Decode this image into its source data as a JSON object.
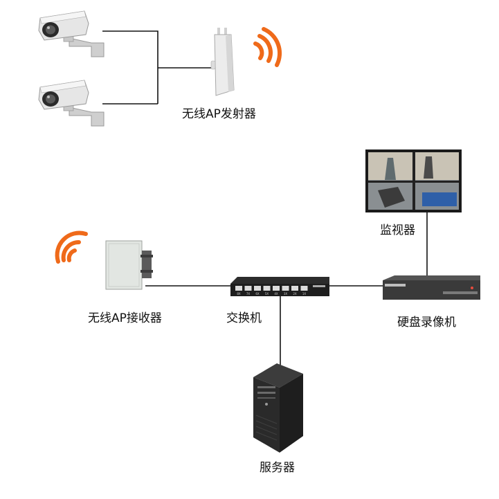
{
  "labels": {
    "ap_transmitter": "无线AP发射器",
    "ap_receiver": "无线AP接收器",
    "switch": "交换机",
    "monitor": "监视器",
    "nvr": "硬盘录像机",
    "server": "服务器"
  },
  "switch_port_labels": [
    "8X",
    "7X",
    "6X",
    "5X",
    "4X",
    "3X",
    "2X",
    "1X"
  ],
  "colors": {
    "signal": "#ef6a1a",
    "line": "#111111",
    "camera_body": "#d9d9d9",
    "enclosure": "#e2e6e2",
    "device_dark": "#2a2a2a",
    "nvr_body": "#3a3a3a"
  },
  "icons": {
    "camera": "cctv-camera-icon",
    "ap": "wireless-ap-icon",
    "signal": "wifi-signal-icon",
    "switch": "network-switch-icon",
    "nvr": "nvr-icon",
    "monitor": "monitor-icon",
    "server": "server-tower-icon"
  }
}
